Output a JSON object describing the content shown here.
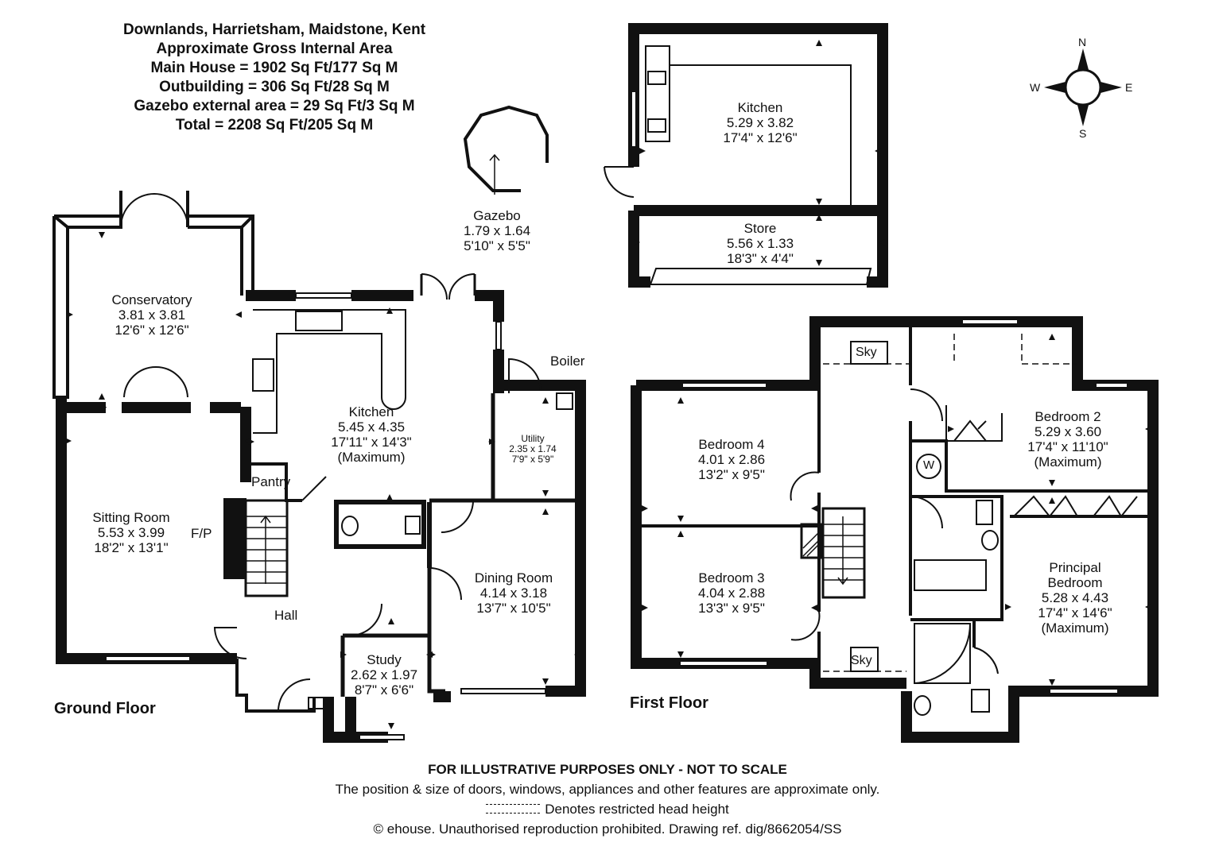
{
  "header": {
    "address": "Downlands, Harrietsham, Maidstone, Kent",
    "area_title": "Approximate Gross Internal Area",
    "main_house": "Main House = 1902 Sq Ft/177 Sq M",
    "outbuilding": "Outbuilding = 306 Sq Ft/28 Sq M",
    "gazebo": "Gazebo external area = 29 Sq Ft/3 Sq M",
    "total": "Total = 2208 Sq Ft/205 Sq M"
  },
  "floors": {
    "ground": "Ground Floor",
    "first": "First Floor"
  },
  "rooms": {
    "conservatory": {
      "name": "Conservatory",
      "metric": "3.81 x 3.81",
      "imperial": "12'6\" x 12'6\""
    },
    "sitting": {
      "name": "Sitting Room",
      "metric": "5.53 x 3.99",
      "imperial": "18'2\" x 13'1\""
    },
    "kitchen": {
      "name": "Kitchen",
      "metric": "5.45 x 4.35",
      "imperial": "17'11\" x 14'3\"",
      "note": "(Maximum)"
    },
    "utility": {
      "name": "Utility",
      "metric": "2.35 x 1.74",
      "imperial": "7'9\" x 5'9\""
    },
    "dining": {
      "name": "Dining Room",
      "metric": "4.14 x 3.18",
      "imperial": "13'7\" x 10'5\""
    },
    "study": {
      "name": "Study",
      "metric": "2.62 x 1.97",
      "imperial": "8'7\" x 6'6\""
    },
    "gazebo": {
      "name": "Gazebo",
      "metric": "1.79 x 1.64",
      "imperial": "5'10\" x 5'5\""
    },
    "out_kitchen": {
      "name": "Kitchen",
      "metric": "5.29 x 3.82",
      "imperial": "17'4\" x 12'6\""
    },
    "store": {
      "name": "Store",
      "metric": "5.56 x 1.33",
      "imperial": "18'3\" x 4'4\""
    },
    "bedroom4": {
      "name": "Bedroom 4",
      "metric": "4.01 x 2.86",
      "imperial": "13'2\" x 9'5\""
    },
    "bedroom3": {
      "name": "Bedroom 3",
      "metric": "4.04 x 2.88",
      "imperial": "13'3\" x 9'5\""
    },
    "bedroom2": {
      "name": "Bedroom 2",
      "metric": "5.29 x 3.60",
      "imperial": "17'4\" x 11'10\"",
      "note": "(Maximum)"
    },
    "principal": {
      "name1": "Principal",
      "name2": "Bedroom",
      "metric": "5.28 x 4.43",
      "imperial": "17'4\" x 14'6\"",
      "note": "(Maximum)"
    }
  },
  "labels": {
    "pantry": "Pantry",
    "boiler": "Boiler",
    "hall": "Hall",
    "fp": "F/P",
    "sky": "Sky",
    "w": "W"
  },
  "compass": {
    "n": "N",
    "e": "E",
    "s": "S",
    "w": "W"
  },
  "footer": {
    "disclaimer": "FOR ILLUSTRATIVE PURPOSES ONLY - NOT TO SCALE",
    "note": "The position & size of doors, windows, appliances and other features are approximate only.",
    "legend": "Denotes restricted head height",
    "copyright": "© ehouse. Unauthorised reproduction prohibited. Drawing ref. dig/8662054/SS"
  }
}
